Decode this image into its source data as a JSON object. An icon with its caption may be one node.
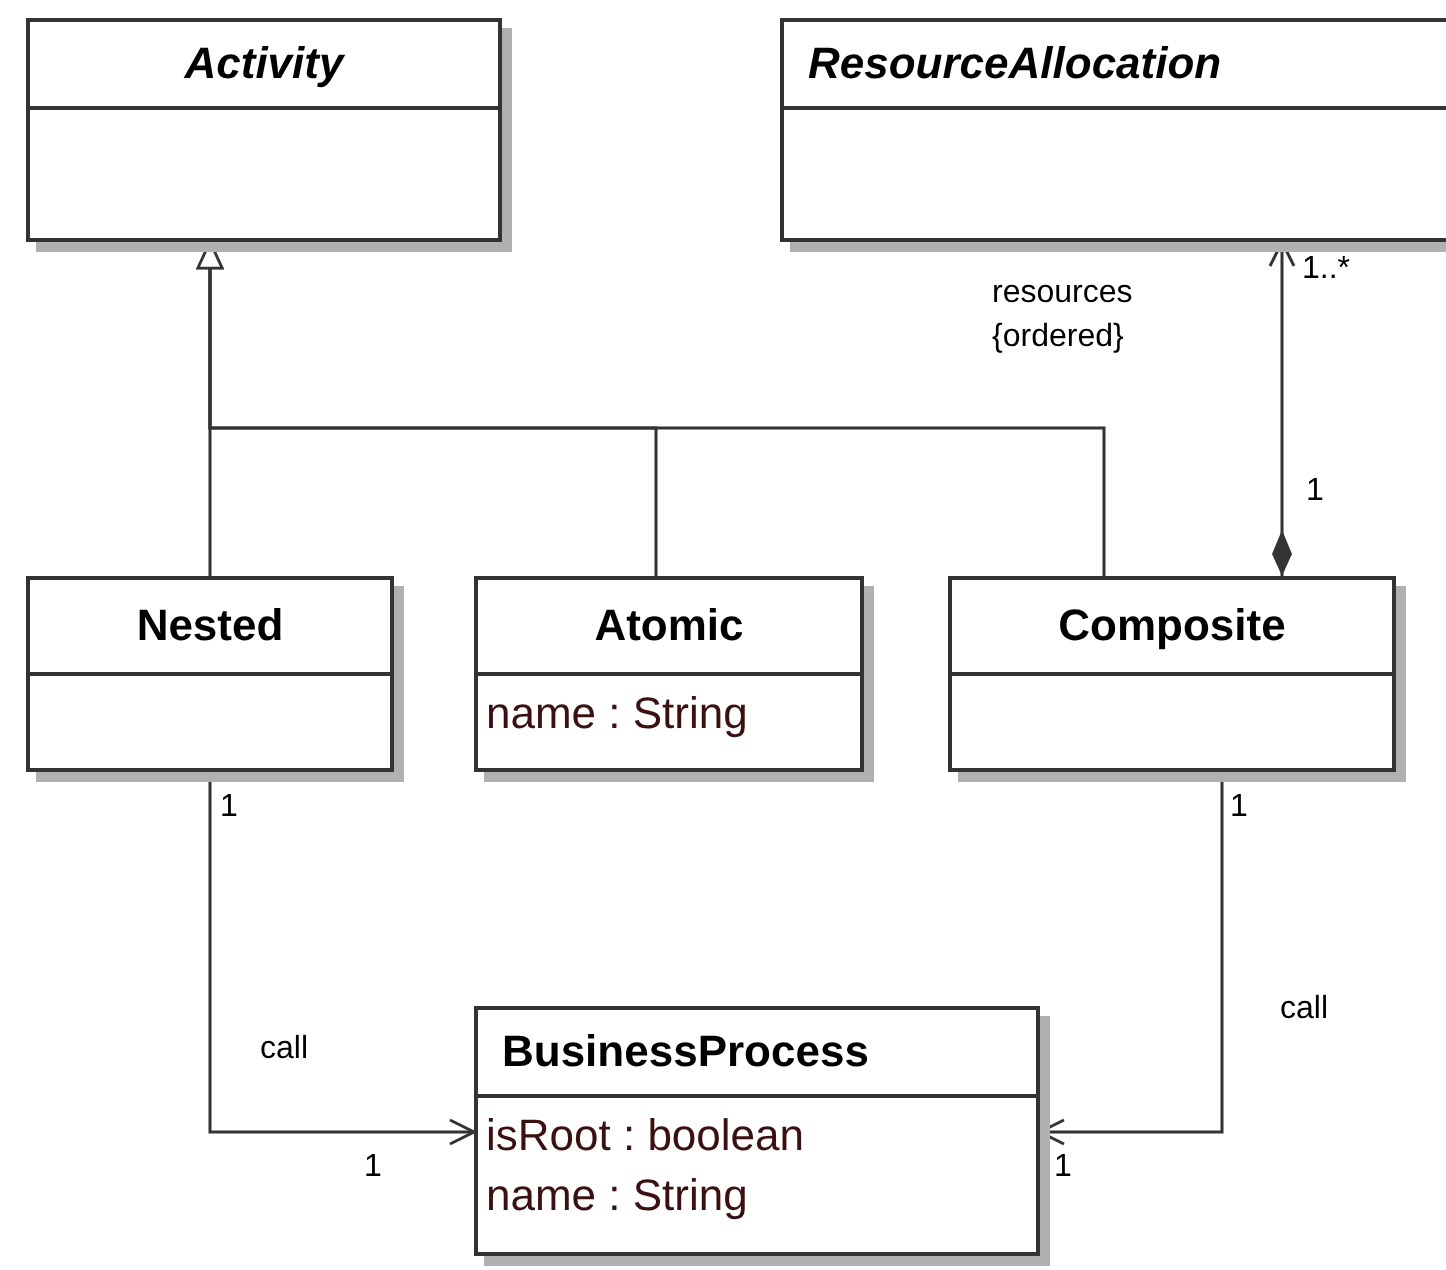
{
  "diagram": {
    "nodes": [
      {
        "text": [
          "Activity"
        ]
      },
      {
        "text": [
          "ResourceAllocation"
        ]
      },
      {
        "text": [
          "Nested"
        ]
      },
      {
        "text": [
          "Atomic",
          "name : String"
        ]
      },
      {
        "text": [
          "Composite"
        ]
      },
      {
        "text": [
          "BusinessProcess",
          "isRoot : boolean",
          "name : String"
        ]
      }
    ],
    "edges": [
      {
        "from": 2,
        "to": 0,
        "arrow": "to"
      },
      {
        "from": 3,
        "to": 0,
        "arrow": "to"
      },
      {
        "from": 4,
        "to": 0,
        "arrow": "to"
      },
      {
        "from": 4,
        "to": 1,
        "arrow": "to",
        "label": "resources {ordered}"
      },
      {
        "from": 2,
        "to": 5,
        "arrow": "to",
        "label": "call"
      },
      {
        "from": 4,
        "to": 5,
        "arrow": "to",
        "label": "call"
      }
    ],
    "labels": [
      "1..*",
      "1",
      "1",
      "1",
      "1",
      "1"
    ]
  }
}
